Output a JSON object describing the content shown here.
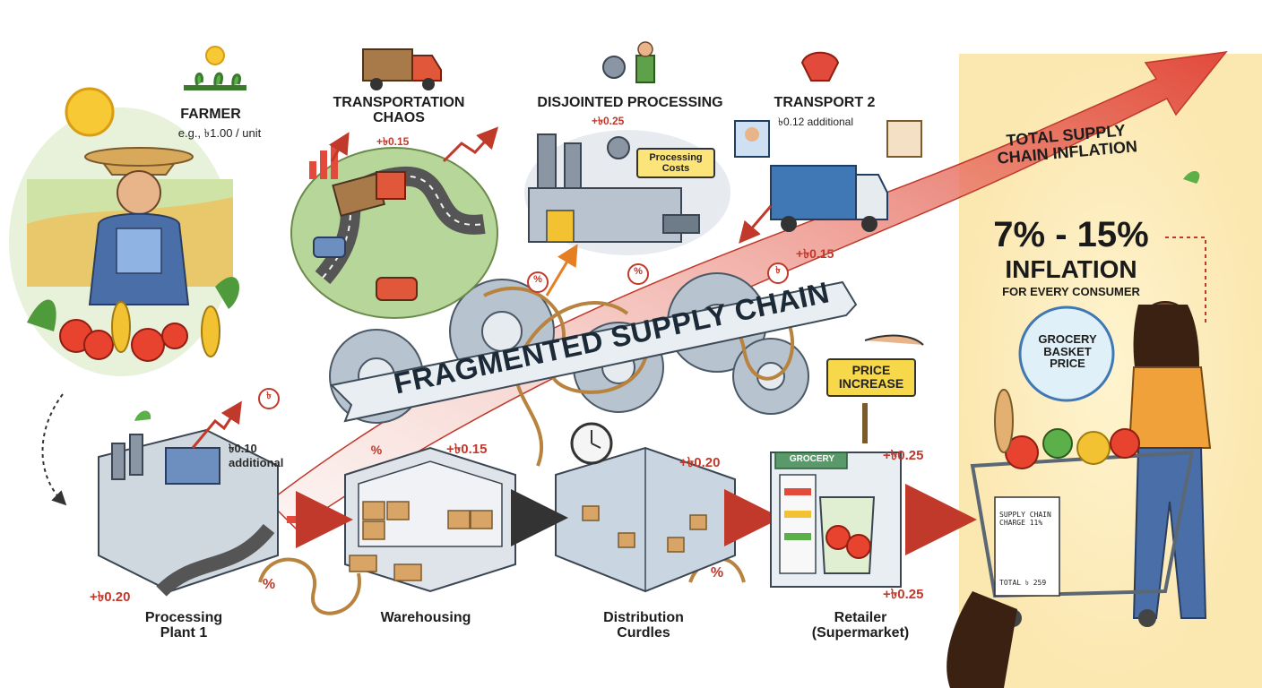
{
  "stages": {
    "farmer": {
      "title": "FARMER",
      "price": "e.g., ৳1.00 / unit"
    },
    "transport1": {
      "title": "TRANSPORTATION CHAOS",
      "cost": "+৳0.15"
    },
    "processing": {
      "title": "DISJOINTED PROCESSING",
      "cost": "+৳0.25",
      "sign": "Processing Costs"
    },
    "transport2": {
      "title": "TRANSPORT 2",
      "note": "৳0.12 additional",
      "cost": "+৳0.15"
    },
    "plant1": {
      "title": "Processing Plant 1",
      "note": "৳0.10 additional",
      "cost": "+৳0.20"
    },
    "warehousing": {
      "title": "Warehousing",
      "cost": "+৳0.15"
    },
    "distribution": {
      "title": "Distribution Curdles",
      "cost": "+৳0.20"
    },
    "retailer": {
      "title": "Retailer (Supermarket)",
      "cost_top": "+৳0.25",
      "cost_bottom": "+৳0.25",
      "store_sign": "GROCERY"
    }
  },
  "banner": {
    "text": "FRAGMENTED SUPPLY CHAIN"
  },
  "total": {
    "title": "TOTAL SUPPLY CHAIN INFLATION",
    "range": "7% - 15%",
    "label": "INFLATION",
    "sub": "FOR EVERY CONSUMER",
    "bubble": "GROCERY BASKET PRICE",
    "receipt_line": "SUPPLY CHAIN CHARGE 11%",
    "receipt_total": "TOTAL ৳ 259"
  },
  "price_sign": "PRICE INCREASE",
  "symbols": {
    "percent": "%",
    "taka": "৳"
  },
  "colors": {
    "accent_red": "#e24a3b",
    "cost_red": "#c0392b",
    "sign_yellow": "#f7d84a",
    "banner": "#e9eef3",
    "total_bg": "#fbeec7",
    "truck_blue": "#3f78b5"
  }
}
